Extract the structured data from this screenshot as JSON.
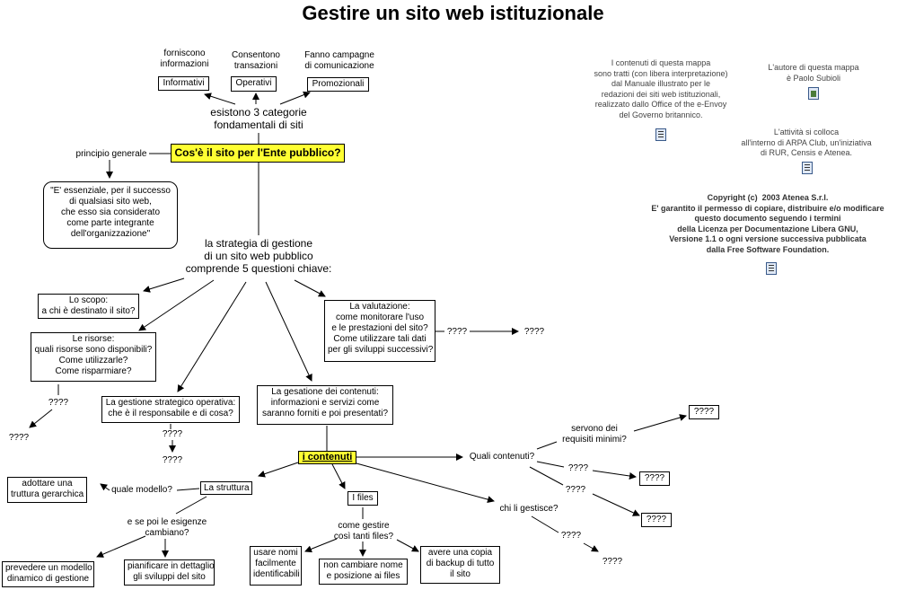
{
  "title": "Gestire un sito web istituzionale",
  "top": {
    "informativi_caption": "forniscono\ninformazioni",
    "informativi": "Informativi",
    "operativi_caption": "Consentono\ntransazioni",
    "operativi": "Operativi",
    "promozionali_caption": "Fanno campagne\ndi comunicazione",
    "promozionali": "Promozionali",
    "categorie": "esistono 3 categorie\nfondamentali di siti",
    "central": "Cos'è il sito per l'Ente pubblico?",
    "principio": "principio generale",
    "quote": "\"E' essenziale, per il successo\ndi qualsiasi sito web,\nche esso sia considerato\ncome parte integrante\ndell'organizzazione\""
  },
  "strategia": "la strategia di gestione\ndi un sito web pubblico\ncomprende 5 questioni chiave:",
  "questions": {
    "scopo": "Lo scopo:\na chi è destinato il sito?",
    "risorse": "Le risorse:\nquali risorse sono disponibili?\nCome utilizzarle?\nCome risparmiare?",
    "gestione": "La gestione strategico operativa:\nche è il responsabile e di cosa?",
    "contenuti_q": "La gesatione dei contenuti:\ninformazioni e servizi come\nsaranno forniti e poi presentati?",
    "valutazione": "La valutazione:\ncome monitorare l'uso\ne le prestazioni del sito?\nCome utilizzare tali dati\nper gli sviluppi successivi?"
  },
  "unknown": "????",
  "contenuti": {
    "label": "i contenuti",
    "struttura": "La struttura",
    "quale_modello": "quale modello?",
    "gerarchica": "adottare una\ntruttura gerarchica",
    "esigenze": "e se poi le esigenze\ncambiano?",
    "modello_dinamico": "prevedere un modello\ndinamico di gestione",
    "pianificare": "pianificare in dettaglio\ngli sviluppi del sito",
    "files": "I files",
    "come_gestire": "come gestire\ncosì tanti files?",
    "nomi": "usare nomi\nfacilmente\nidentificabili",
    "non_cambiare": "non cambiare nome\ne posizione ai files",
    "backup": "avere una copia\ndi backup di tutto\nil sito",
    "quali": "Quali contenuti?",
    "requisiti": "servono dei\nrequisiti minimi?",
    "chi": "chi li gestisce?"
  },
  "notes": {
    "contenuti_mappa": "I contenuti di questa mappa\nsono tratti (con libera interpretazione)\ndal Manuale illustrato per le\nredazioni dei siti web istituzionali,\nrealizzato dallo Office of the e-Envoy\ndel Governo britannico.",
    "autore": "L'autore di questa mappa\nè Paolo Subioli",
    "attivita": "L'attività si colloca\nall'interno di ARPA Club, un'iniziativa\ndi RUR, Censis e Atenea.",
    "copyright": "Copyright (c)  2003 Atenea S.r.l.\nE' garantito il permesso di copiare, distribuire e/o modificare\nquesto documento seguendo i termini\ndella Licenza per Documentazione Libera GNU,\nVersione 1.1 o ogni versione successiva pubblicata\ndalla Free Software Foundation."
  },
  "icons": [
    "document-icon",
    "image-icon",
    "document-icon",
    "document-icon"
  ]
}
